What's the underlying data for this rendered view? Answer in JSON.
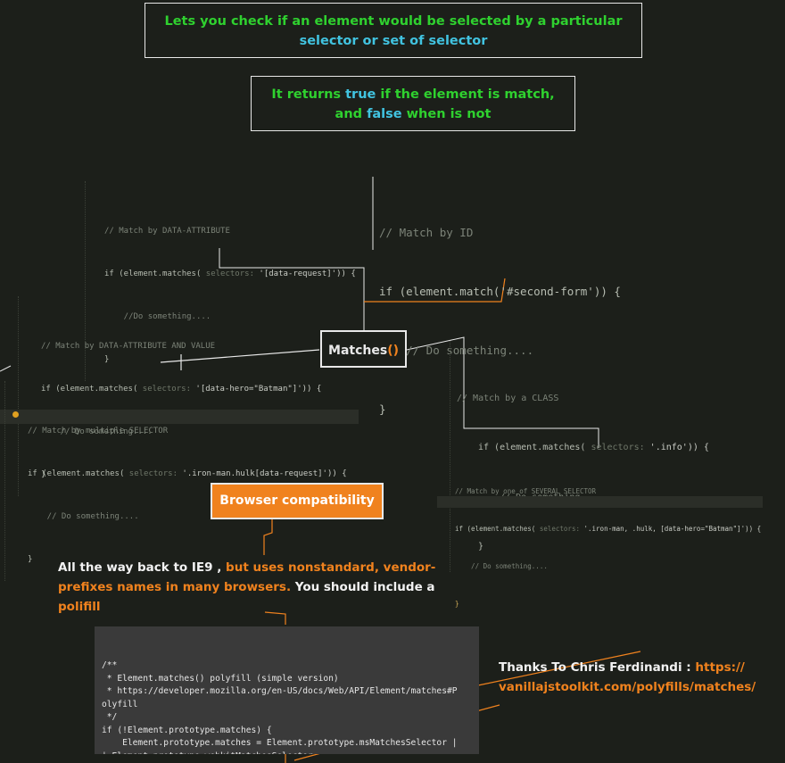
{
  "box1": {
    "part1": "Lets you check if  an element would be selected by a particular",
    "part2": "selector or set of selector"
  },
  "box2": {
    "a": "It returns ",
    "b": "true",
    "c": " if the element is match,",
    "d": "and ",
    "e": "false",
    "f": " when is not"
  },
  "center": {
    "label": "Matches",
    "parens": "()"
  },
  "snippet_attr": {
    "comment": "// Match by DATA-ATTRIBUTE",
    "line1a": "if (element.matches( ",
    "hint": "selectors: ",
    "line1b": "'[data-request]')) {",
    "line2": "    //Do something....",
    "line3": "}"
  },
  "snippet_id": {
    "comment": "// Match by ID",
    "line1": "if (element.match('#second-form')) {",
    "line2": "    // Do something....",
    "line3": "}"
  },
  "snippet_attr_value": {
    "comment": "// Match by DATA-ATTRIBUTE AND VALUE",
    "line1a": "if (element.matches( ",
    "hint": "selectors: ",
    "line1b": "'[data-hero=\"Batman\"]')) {",
    "line2": "    // Do something....",
    "line3": "}"
  },
  "snippet_class": {
    "comment": "// Match by a CLASS",
    "line1a": "if (element.matches( ",
    "hint": "selectors: ",
    "line1b": "'.info')) {",
    "line2": "    // Do something....",
    "line3": "}"
  },
  "snippet_multi": {
    "comment": "// Match by multiple SELECTOR",
    "line1a": "if (element.matches( ",
    "hint": "selectors: ",
    "line1b": "'.iron-man.hulk[data-request]')) {",
    "line2": "    // Do something....",
    "line3": "}"
  },
  "snippet_several": {
    "comment": "// Match by one of SEVERAL SELECTOR",
    "line1a": "if (element.matches( ",
    "hint": "selectors: ",
    "line1b": "'.iron-man, .hulk, [data-hero=\"Batman\"]')) {",
    "line2": "    // Do something....",
    "line3": "}"
  },
  "browser": {
    "badge": "Browser compatibility",
    "text1": "All the way back to IE9 , ",
    "text2": "but uses nonstandard, vendor-",
    "text3": "prefixes names in many browsers.",
    "text4": " You should include a",
    "text5": "polifill"
  },
  "polyfill_code": [
    "/**",
    " * Element.matches() polyfill (simple version)",
    " * https://developer.mozilla.org/en-US/docs/Web/API/Element/matches#P",
    "olyfill",
    " */",
    "if (!Element.prototype.matches) {",
    "    Element.prototype.matches = Element.prototype.msMatchesSelector |",
    "| Element.prototype.webkitMatchesSelector;",
    "}"
  ],
  "thanks": {
    "label": "Thanks To Chris Ferdinandi : ",
    "link1": "https://",
    "link2": "vanillajstoolkit.com/polyfills/matches/"
  },
  "colors": {
    "background": "#1c1f1a",
    "green": "#2fd12f",
    "cyan": "#41c3e0",
    "orange": "#f0821e",
    "white": "#e8e8e8"
  }
}
